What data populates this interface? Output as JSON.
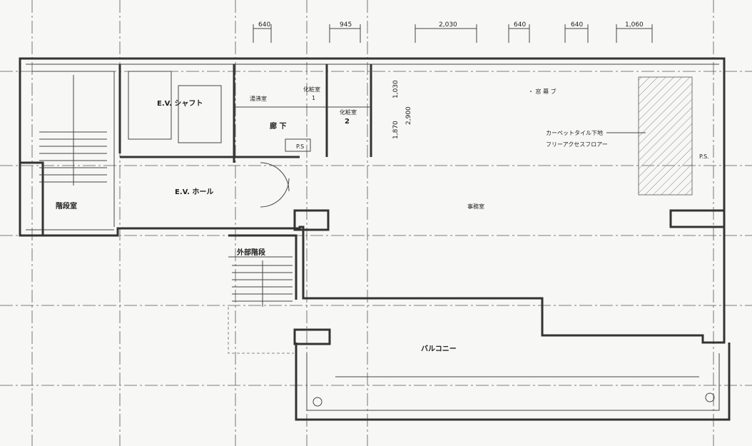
{
  "dimensions": {
    "d1": "640",
    "d2": "945",
    "d3": "2,030",
    "d4": "640",
    "d5": "640",
    "d6": "1,060",
    "v1": "1,030",
    "v2": "2,900",
    "v3": "1,870"
  },
  "rooms": {
    "stair_room": "階段室",
    "ev_shaft": "E.V. シャフト",
    "ev_hall": "E.V. ホール",
    "cleaning": "湯沸室",
    "toilet1": "化粧室",
    "toilet1_num": "1",
    "toilet2": "化粧室",
    "toilet2_num": "2",
    "corridor": "廊 下",
    "ps": "P.S",
    "ps2": "P.S.",
    "office": "事務室",
    "exterior_stair": "外部階段",
    "balcony": "バルコニー",
    "window_note": "・ 窓 幕 ブ",
    "floor_note1": "カーペットタイル下地",
    "floor_note2": "フリーアクセスフロアー"
  },
  "colors": {
    "paper": "#f7f7f5",
    "ink": "#222222"
  }
}
